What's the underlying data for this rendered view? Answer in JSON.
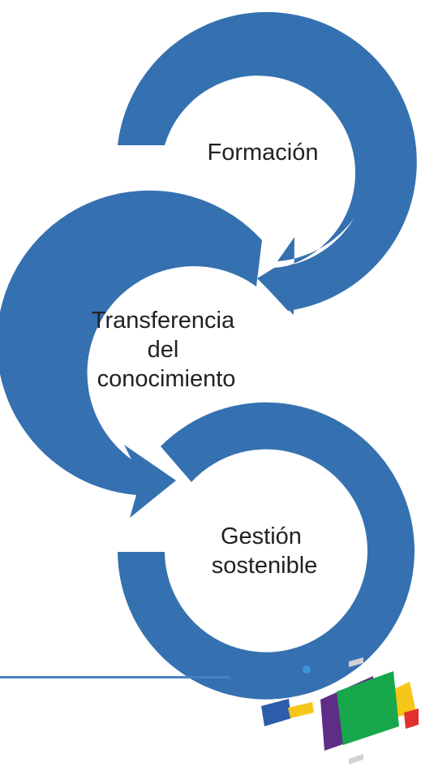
{
  "diagram": {
    "stages": [
      {
        "lines": [
          "Formación"
        ]
      },
      {
        "lines": [
          "Transferencia",
          "del",
          "conocimiento"
        ]
      },
      {
        "lines": [
          "Gestión",
          "sostenible"
        ]
      }
    ]
  },
  "colors": {
    "arrow": "#3571B0",
    "divider_line": "#4A7FC0",
    "logo_green": "#17A84B",
    "logo_purple": "#5E2D86",
    "logo_yellow": "#F6C619",
    "logo_red": "#E0302F",
    "logo_blue_dot": "#3A97D8",
    "logo_gray": "#D3D3D3"
  },
  "icons": [
    "cycle-arrow-icon",
    "brand-logo-icon"
  ]
}
